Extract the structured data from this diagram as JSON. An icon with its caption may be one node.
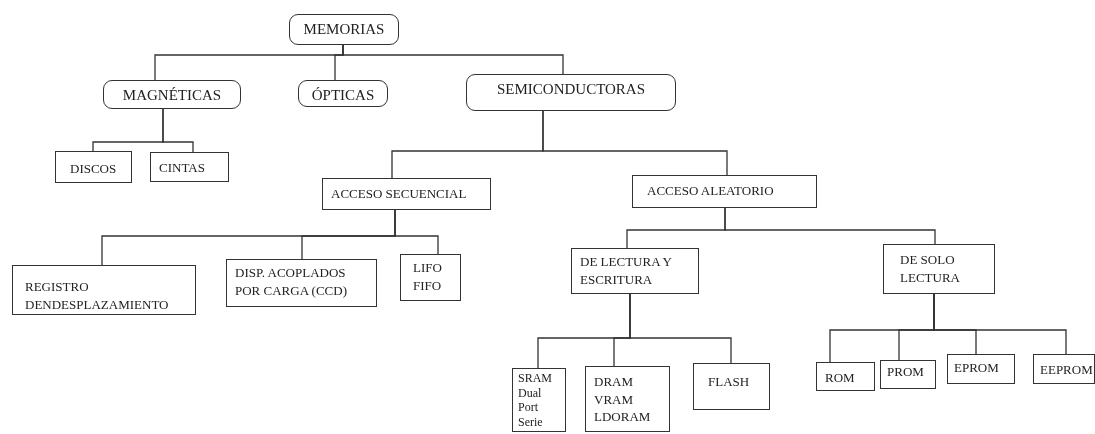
{
  "diagram": {
    "nodes": [
      {
        "text": [
          "MEMORIAS"
        ]
      },
      {
        "text": [
          "MAGNÉTICAS"
        ]
      },
      {
        "text": [
          "ÓPTICAS"
        ]
      },
      {
        "text": [
          "SEMICONDUCTORAS"
        ]
      },
      {
        "text": [
          "DISCOS"
        ]
      },
      {
        "text": [
          "CINTAS"
        ]
      },
      {
        "text": [
          "ACCESO SECUENCIAL"
        ]
      },
      {
        "text": [
          "ACCESO ALEATORIO"
        ]
      },
      {
        "text": [
          "REGISTRO DENDESPLAZAMIENTO"
        ]
      },
      {
        "text": [
          "DISP. ACOPLADOS POR CARGA (CCD)"
        ]
      },
      {
        "text": [
          "LIFO FIFO"
        ]
      },
      {
        "text": [
          "DE LECTURA Y ESCRITURA"
        ]
      },
      {
        "text": [
          "DE SOLO LECTURA"
        ]
      },
      {
        "text": [
          "SRAM Dual Port Serie"
        ]
      },
      {
        "text": [
          "DRAM VRAM LDORAM"
        ]
      },
      {
        "text": [
          "FLASH"
        ]
      },
      {
        "text": [
          "ROM"
        ]
      },
      {
        "text": [
          "PROM"
        ]
      },
      {
        "text": [
          "EPROM"
        ]
      },
      {
        "text": [
          "EEPROM"
        ]
      }
    ],
    "edges": [
      {
        "from": 0,
        "to": 1,
        "arrow": "none"
      },
      {
        "from": 0,
        "to": 2,
        "arrow": "none"
      },
      {
        "from": 0,
        "to": 3,
        "arrow": "none"
      },
      {
        "from": 1,
        "to": 4,
        "arrow": "none"
      },
      {
        "from": 1,
        "to": 5,
        "arrow": "none"
      },
      {
        "from": 3,
        "to": 6,
        "arrow": "none"
      },
      {
        "from": 3,
        "to": 7,
        "arrow": "none"
      },
      {
        "from": 6,
        "to": 8,
        "arrow": "none"
      },
      {
        "from": 6,
        "to": 9,
        "arrow": "none"
      },
      {
        "from": 6,
        "to": 10,
        "arrow": "none"
      },
      {
        "from": 7,
        "to": 11,
        "arrow": "none"
      },
      {
        "from": 7,
        "to": 12,
        "arrow": "none"
      },
      {
        "from": 11,
        "to": 13,
        "arrow": "none"
      },
      {
        "from": 11,
        "to": 14,
        "arrow": "none"
      },
      {
        "from": 11,
        "to": 15,
        "arrow": "none"
      },
      {
        "from": 12,
        "to": 16,
        "arrow": "none"
      },
      {
        "from": 12,
        "to": 17,
        "arrow": "none"
      },
      {
        "from": 12,
        "to": 18,
        "arrow": "none"
      },
      {
        "from": 12,
        "to": 19,
        "arrow": "none"
      }
    ]
  }
}
